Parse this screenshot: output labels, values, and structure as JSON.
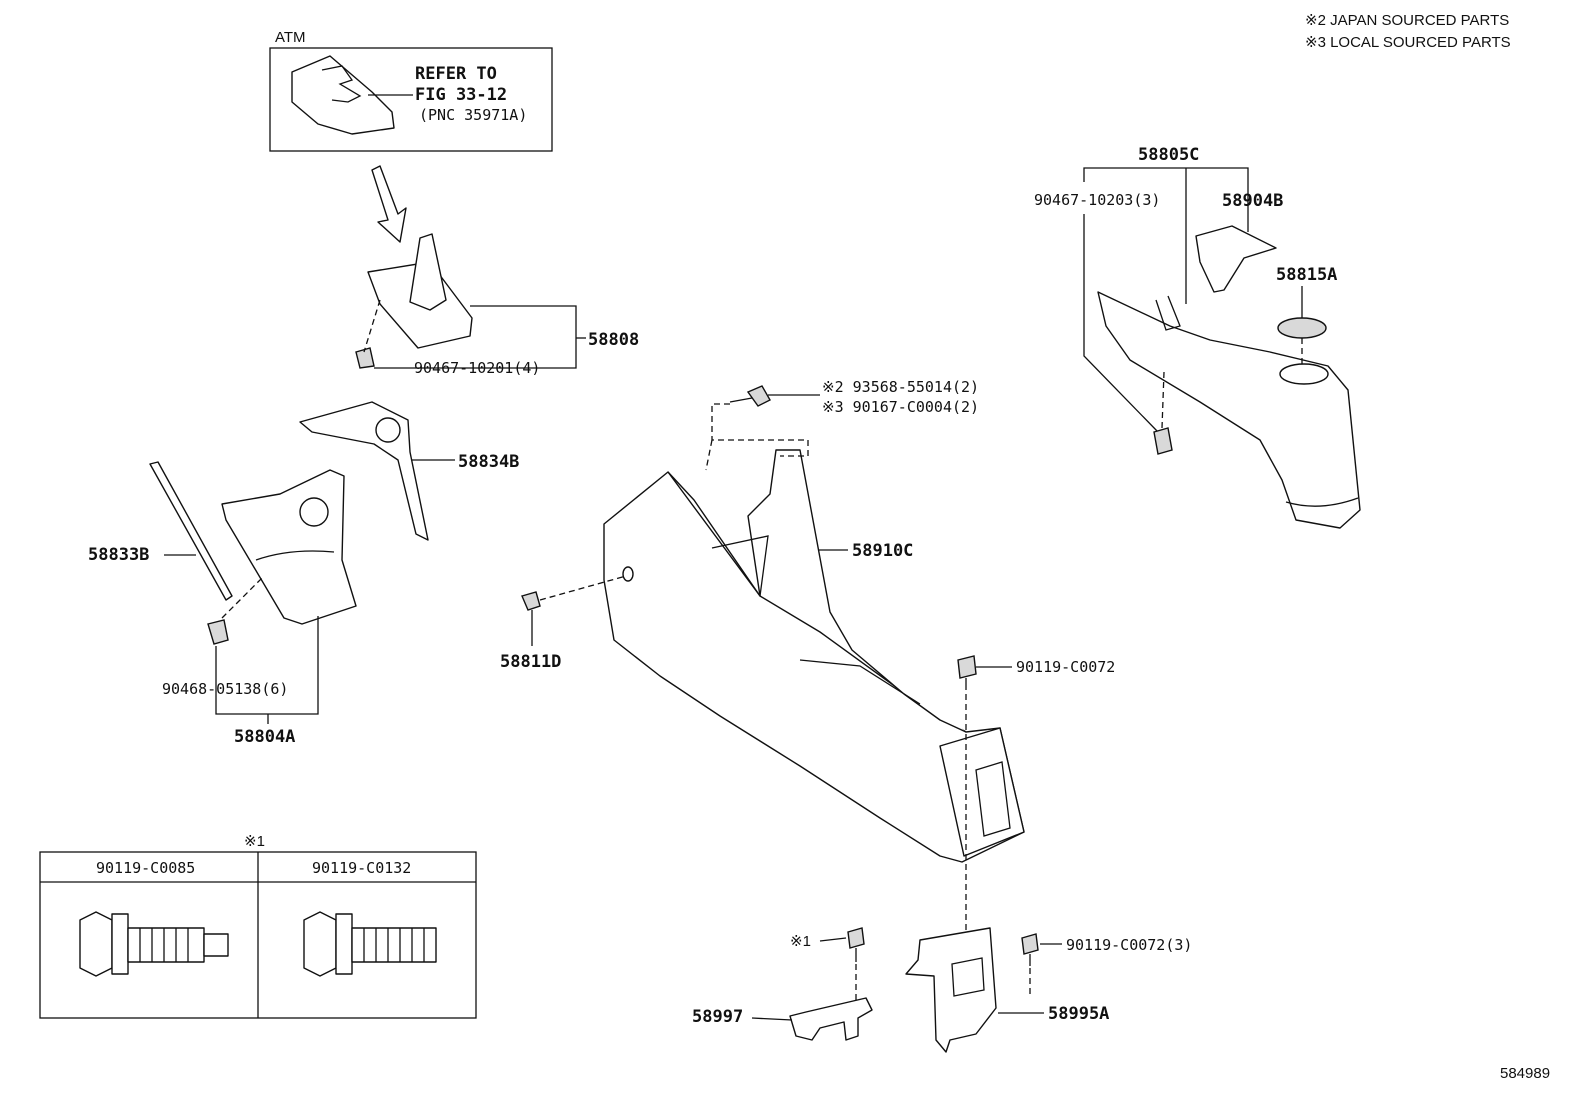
{
  "notes": {
    "japan": "※2 JAPAN SOURCED PARTS",
    "local": "※3 LOCAL SOURCED PARTS"
  },
  "atm": {
    "tag": "ATM",
    "refer1": "REFER TO",
    "refer2": "FIG 33-12",
    "refer3": "(PNC 35971A)"
  },
  "labels": {
    "p58808": "58808",
    "p90467_10201": "90467-10201(4)",
    "p58834B": "58834B",
    "p58833B": "58833B",
    "p90468_05138": "90468-05138(6)",
    "p58804A": "58804A",
    "p93568": "※2 93568-55014(2)",
    "p90167": "※3 90167-C0004(2)",
    "p58910C": "58910C",
    "p58811D": "58811D",
    "p90119_C0072": "90119-C0072",
    "p58805C": "58805C",
    "p90467_10203": "90467-10203(3)",
    "p58904B": "58904B",
    "p58815A": "58815A",
    "p90119_C0072_3": "90119-C0072(3)",
    "p58995A": "58995A",
    "p58997": "58997",
    "note1_small": "※1"
  },
  "table": {
    "mark": "※1",
    "col1": "90119-C0085",
    "col2": "90119-C0132"
  },
  "figure_id": "584989"
}
